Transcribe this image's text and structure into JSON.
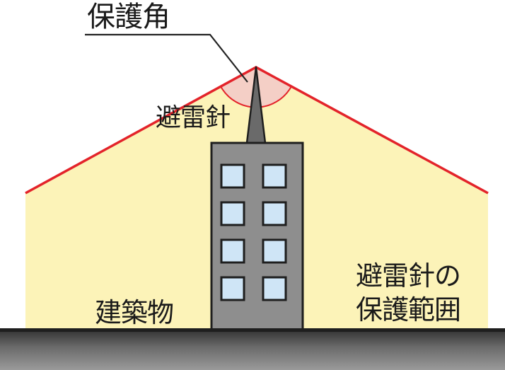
{
  "labels": {
    "protection_angle": "保護角",
    "lightning_rod": "避雷針",
    "building": "建築物",
    "protection_range_line1": "避雷針の",
    "protection_range_line2": "保護範囲"
  },
  "colors": {
    "protection_zone_fill": "#fcf3b8",
    "protection_boundary": "#e3232a",
    "angle_arc_fill": "#f4cfc6",
    "building_body": "#8e8e8e",
    "building_outline": "#1e1e1e",
    "window_fill": "#cfe5f6",
    "rod_fill": "#6a6a6a",
    "ground_dark": "#3c3c3c",
    "ground_light": "#8a8a8a"
  }
}
